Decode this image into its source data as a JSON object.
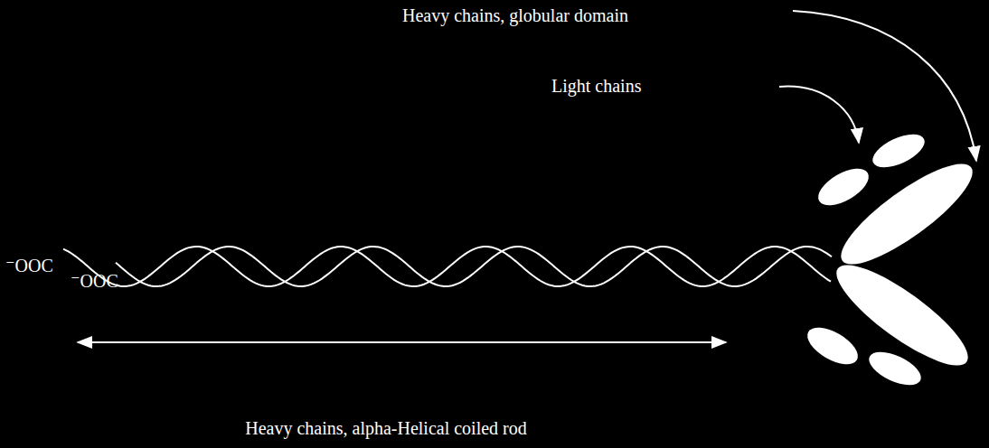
{
  "diagram": {
    "labels": [
      "Heavy chains, globular domain",
      "Light chains",
      "⁻OOC",
      "⁻OOC",
      "Heavy chains, alpha-Helical coiled rod"
    ]
  }
}
